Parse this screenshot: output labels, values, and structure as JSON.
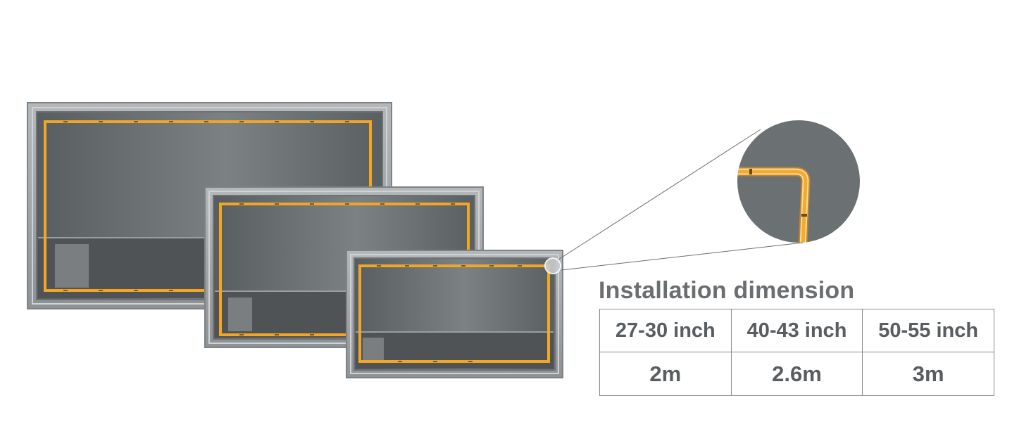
{
  "table": {
    "title": "Installation dimension",
    "columns": [
      "27-30 inch",
      "40-43 inch",
      "50-55 inch"
    ],
    "values": [
      "2m",
      "2.6m",
      "3m"
    ]
  },
  "colors": {
    "frame": "#9ea2a4",
    "screen": "#5c6163",
    "led_strip": "#f2a624",
    "text": "#595d60"
  },
  "icons": [
    "tv-frame-large",
    "tv-frame-medium",
    "tv-frame-small",
    "led-strip-icon",
    "magnifier-circle-icon"
  ]
}
